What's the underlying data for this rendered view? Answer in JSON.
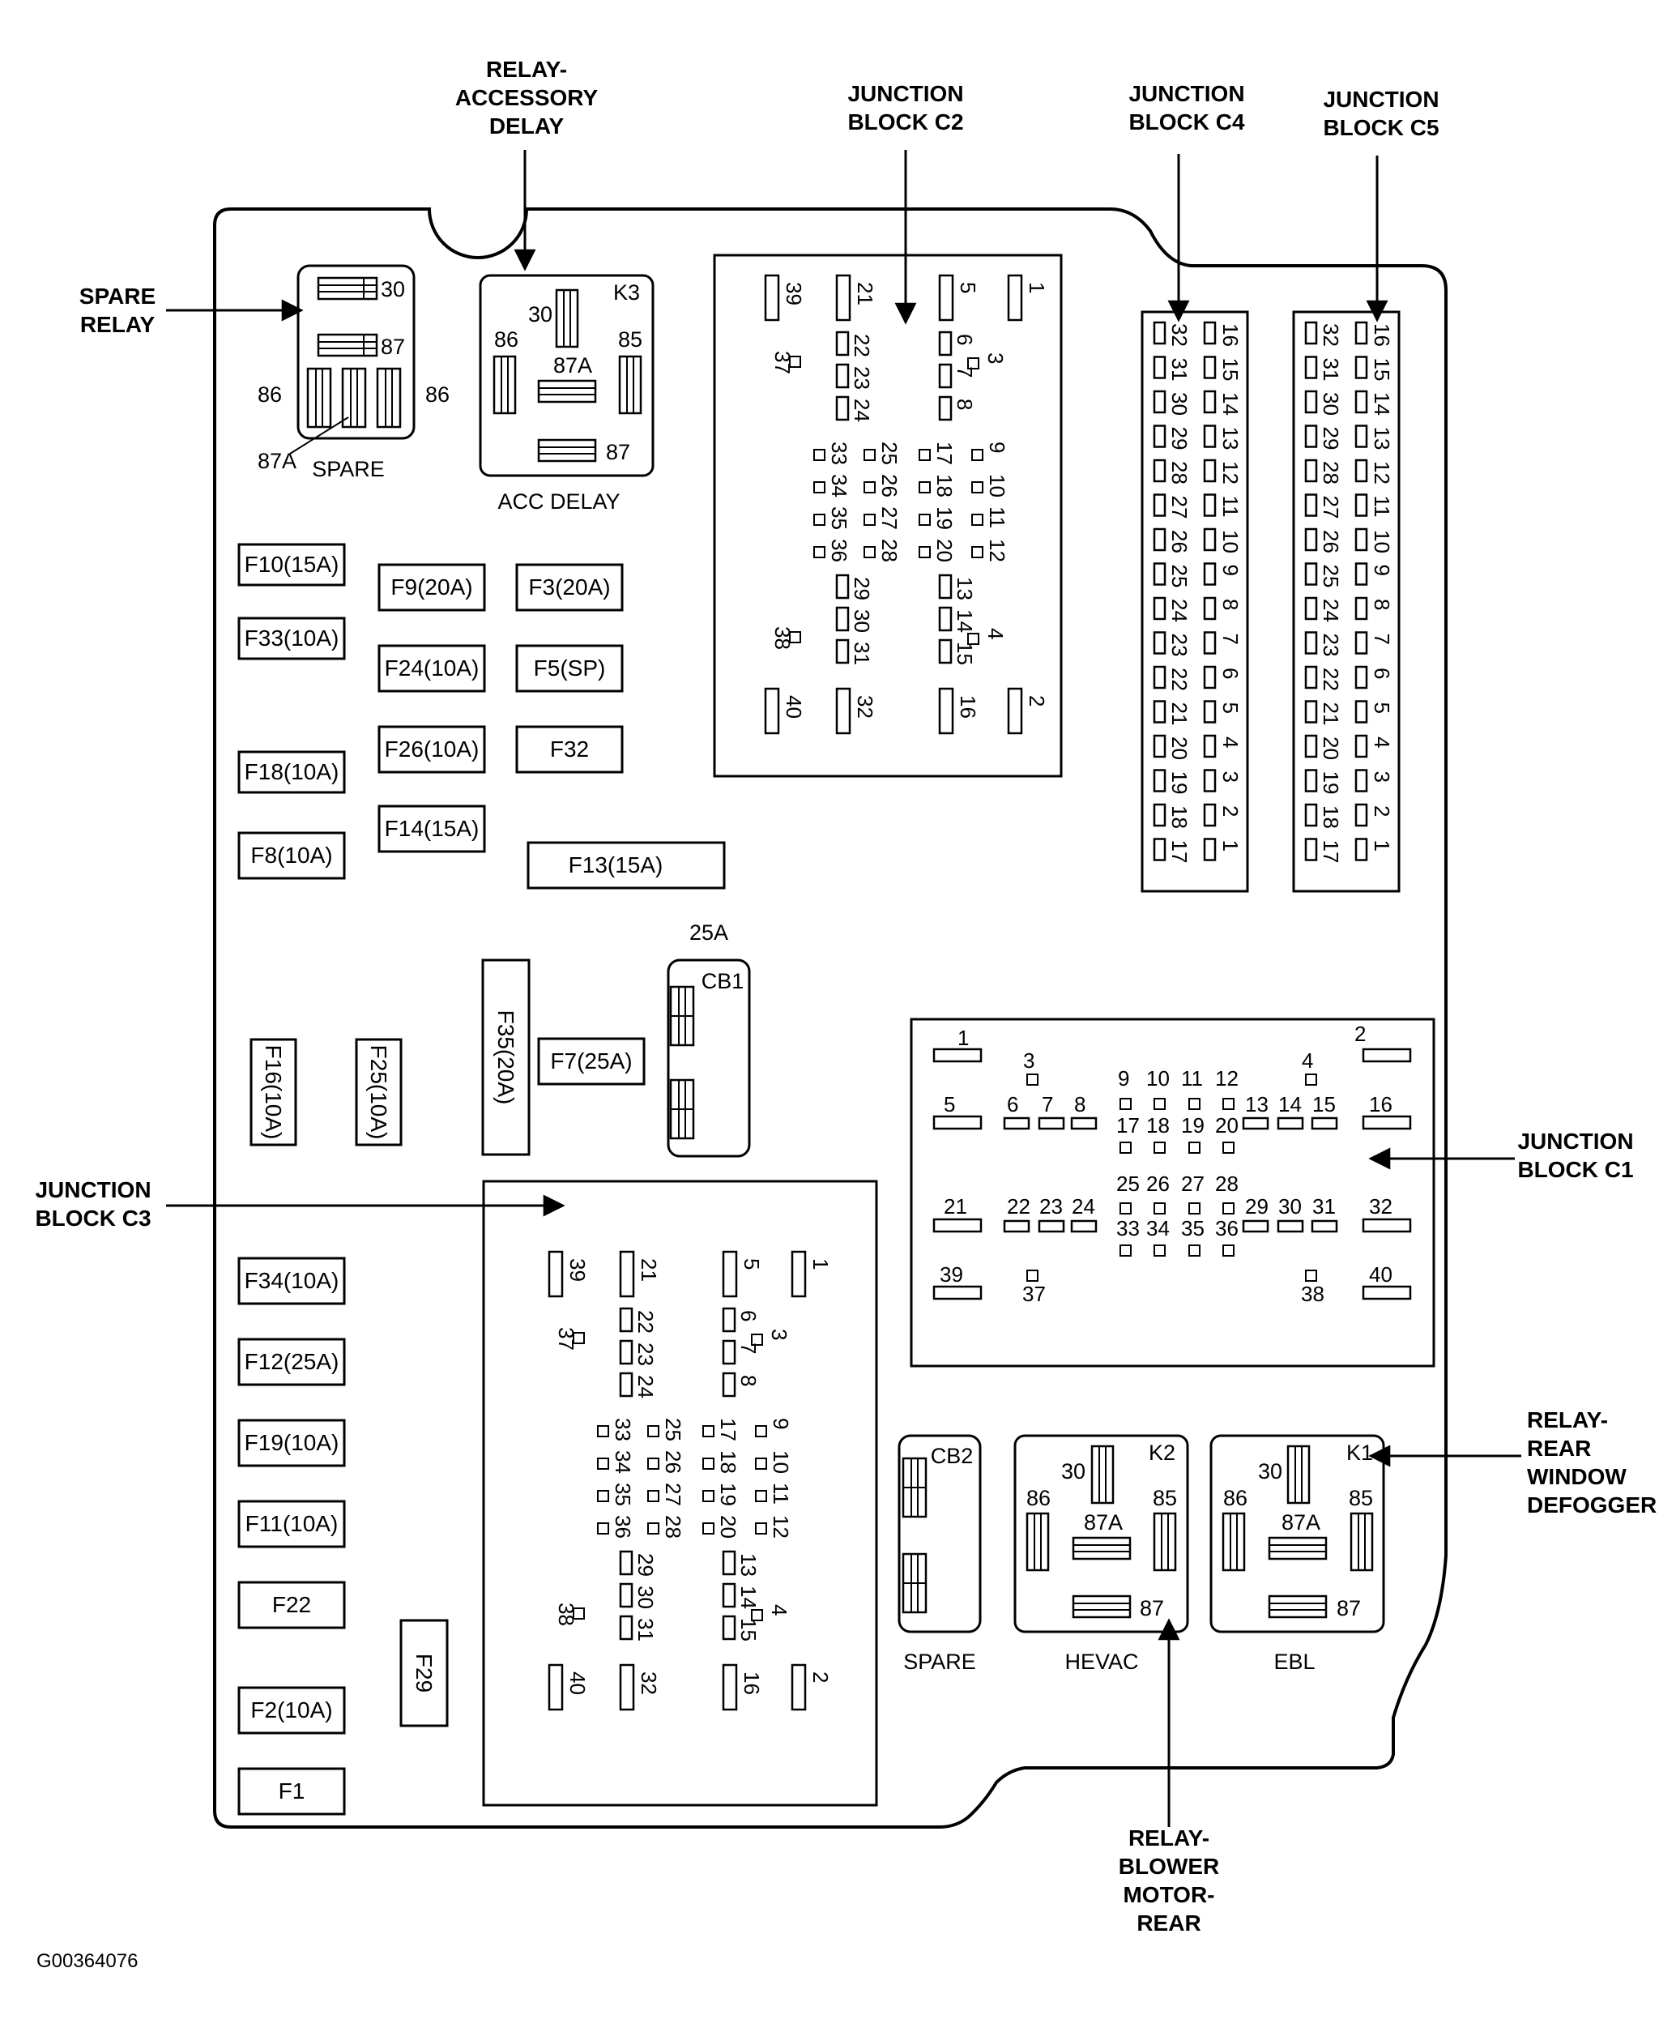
{
  "diagram_id": "G00364076",
  "callouts": {
    "spare_relay": [
      "SPARE",
      "RELAY"
    ],
    "relay_accessory_delay": [
      "RELAY-",
      "ACCESSORY",
      "DELAY"
    ],
    "junction_block_c2": [
      "JUNCTION",
      "BLOCK C2"
    ],
    "junction_block_c4": [
      "JUNCTION",
      "BLOCK C4"
    ],
    "junction_block_c5": [
      "JUNCTION",
      "BLOCK C5"
    ],
    "junction_block_c1": [
      "JUNCTION",
      "BLOCK C1"
    ],
    "junction_block_c3": [
      "JUNCTION",
      "BLOCK C3"
    ],
    "relay_rear_window_defogger": [
      "RELAY-",
      "REAR",
      "WINDOW",
      "DEFOGGER"
    ],
    "relay_blower_motor_rear": [
      "RELAY-",
      "BLOWER",
      "MOTOR-",
      "REAR"
    ]
  },
  "spare_relay": {
    "caption": "SPARE",
    "terminals": {
      "t30": "30",
      "t87": "87",
      "t86_left": "86",
      "t86_right": "86",
      "t87a": "87A"
    }
  },
  "acc_delay_relay": {
    "caption": "ACC DELAY",
    "id": "K3",
    "terminals": {
      "t30": "30",
      "t86": "86",
      "t87a": "87A",
      "t85": "85",
      "t87": "87"
    }
  },
  "fuses": {
    "f10": "F10(15A)",
    "f33": "F33(10A)",
    "f18": "F18(10A)",
    "f8": "F8(10A)",
    "f9": "F9(20A)",
    "f3": "F3(20A)",
    "f24": "F24(10A)",
    "f5": "F5(SP)",
    "f26": "F26(10A)",
    "f32": "F32",
    "f14": "F14(15A)",
    "f13": "F13(15A)",
    "f16": "F16(10A)",
    "f25": "F25(10A)",
    "f35": "F35(20A)",
    "f7": "F7(25A)",
    "f34": "F34(10A)",
    "f12": "F12(25A)",
    "f19": "F19(10A)",
    "f11": "F11(10A)",
    "f22": "F22",
    "f2": "F2(10A)",
    "f1": "F1",
    "f29": "F29"
  },
  "cb1": {
    "rating": "25A",
    "name": "CB1"
  },
  "cb2": {
    "name": "CB2",
    "caption": "SPARE"
  },
  "hevac_relay": {
    "id": "K2",
    "caption": "HEVAC",
    "terminals": {
      "t30": "30",
      "t86": "86",
      "t87a": "87A",
      "t85": "85",
      "t87": "87"
    }
  },
  "ebl_relay": {
    "id": "K1",
    "caption": "EBL",
    "terminals": {
      "t30": "30",
      "t86": "86",
      "t87a": "87A",
      "t85": "85",
      "t87": "87"
    }
  },
  "junction_c4_pins": {
    "left": [
      "32",
      "31",
      "30",
      "29",
      "28",
      "27",
      "26",
      "25",
      "24",
      "23",
      "22",
      "21",
      "20",
      "19",
      "18",
      "17"
    ],
    "right": [
      "16",
      "15",
      "14",
      "13",
      "12",
      "11",
      "10",
      "9",
      "8",
      "7",
      "6",
      "5",
      "4",
      "3",
      "2",
      "1"
    ]
  },
  "junction_c5_pins": {
    "left": [
      "32",
      "31",
      "30",
      "29",
      "28",
      "27",
      "26",
      "25",
      "24",
      "23",
      "22",
      "21",
      "20",
      "19",
      "18",
      "17"
    ],
    "right": [
      "16",
      "15",
      "14",
      "13",
      "12",
      "11",
      "10",
      "9",
      "8",
      "7",
      "6",
      "5",
      "4",
      "3",
      "2",
      "1"
    ]
  },
  "junction_c1_pins": [
    "1",
    "2",
    "3",
    "4",
    "5",
    "6",
    "7",
    "8",
    "9",
    "10",
    "11",
    "12",
    "13",
    "14",
    "15",
    "16",
    "17",
    "18",
    "19",
    "20",
    "21",
    "22",
    "23",
    "24",
    "25",
    "26",
    "27",
    "28",
    "29",
    "30",
    "31",
    "32",
    "33",
    "34",
    "35",
    "36",
    "37",
    "38",
    "39",
    "40"
  ],
  "junction_c2c3_pins": [
    "1",
    "2",
    "3",
    "4",
    "5",
    "6",
    "7",
    "8",
    "9",
    "10",
    "11",
    "12",
    "13",
    "14",
    "15",
    "16",
    "17",
    "18",
    "19",
    "20",
    "21",
    "22",
    "23",
    "24",
    "25",
    "26",
    "27",
    "28",
    "29",
    "30",
    "31",
    "32",
    "33",
    "34",
    "35",
    "36",
    "37",
    "38",
    "39",
    "40"
  ]
}
